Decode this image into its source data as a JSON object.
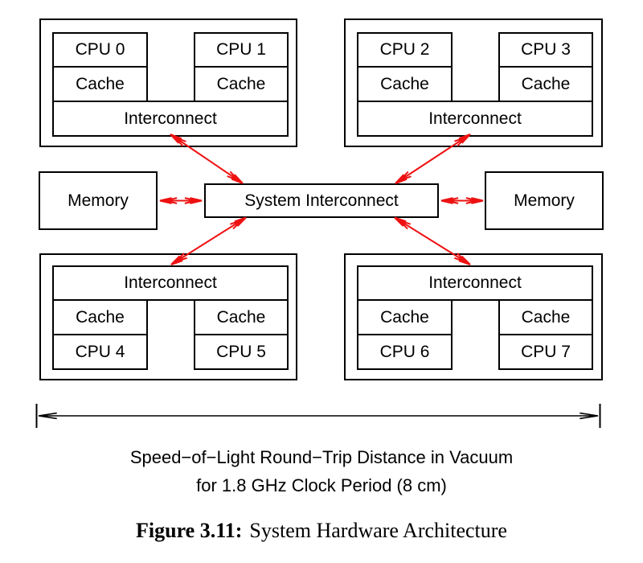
{
  "colors": {
    "arrow": "#ee1111",
    "line": "#000000",
    "background": "#ffffff"
  },
  "clusters": {
    "top_left": {
      "cpu_a": "CPU 0",
      "cache_a": "Cache",
      "cpu_b": "CPU 1",
      "cache_b": "Cache",
      "interconnect": "Interconnect"
    },
    "top_right": {
      "cpu_a": "CPU 2",
      "cache_a": "Cache",
      "cpu_b": "CPU 3",
      "cache_b": "Cache",
      "interconnect": "Interconnect"
    },
    "bottom_left": {
      "cpu_a": "CPU 4",
      "cache_a": "Cache",
      "cpu_b": "CPU 5",
      "cache_b": "Cache",
      "interconnect": "Interconnect"
    },
    "bottom_right": {
      "cpu_a": "CPU 6",
      "cache_a": "Cache",
      "cpu_b": "CPU 7",
      "cache_b": "Cache",
      "interconnect": "Interconnect"
    }
  },
  "memory_left": {
    "label": "Memory"
  },
  "memory_right": {
    "label": "Memory"
  },
  "system_interconnect": {
    "label": "System Interconnect"
  },
  "dimension_caption": {
    "line1": "Speed−of−Light Round−Trip Distance in Vacuum",
    "line2": "for 1.8 GHz Clock Period (8 cm)"
  },
  "figure_caption": {
    "label": "Figure 3.11:",
    "title": "System Hardware Architecture"
  }
}
